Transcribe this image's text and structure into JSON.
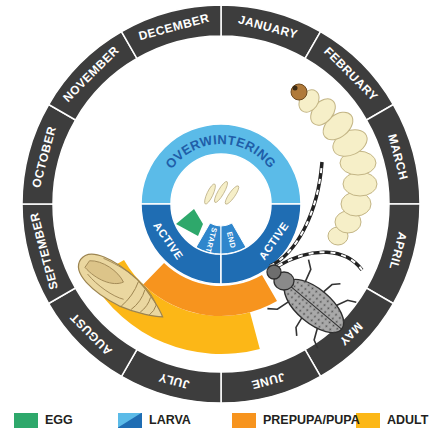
{
  "diagram": {
    "nodes": [
      {
        "text": [
          "JANUARY"
        ]
      },
      {
        "text": [
          "FEBRUARY"
        ]
      },
      {
        "text": [
          "MARCH"
        ]
      },
      {
        "text": [
          "APRIL"
        ]
      },
      {
        "text": [
          "MAY"
        ]
      },
      {
        "text": [
          "JUNE"
        ]
      },
      {
        "text": [
          "JULY"
        ]
      },
      {
        "text": [
          "AUGUST"
        ]
      },
      {
        "text": [
          "SEPTEMBER"
        ]
      },
      {
        "text": [
          "OCTOBER"
        ]
      },
      {
        "text": [
          "NOVEMBER"
        ]
      },
      {
        "text": [
          "DECEMBER"
        ]
      },
      {
        "text": [
          "OVERWINTERING"
        ]
      },
      {
        "text": [
          "ACTIVE"
        ]
      },
      {
        "text": [
          "ACTIVE"
        ]
      }
    ],
    "labels": [
      "START",
      "END"
    ],
    "legend": [
      {
        "text": "EGG",
        "color": "#2ea86b"
      },
      {
        "text": "LARVA",
        "color": "#1f6db3"
      },
      {
        "text": "PREPUPA/PUPA",
        "color": "#f7941e"
      },
      {
        "text": "ADULT",
        "color": "#fcb717"
      }
    ]
  }
}
